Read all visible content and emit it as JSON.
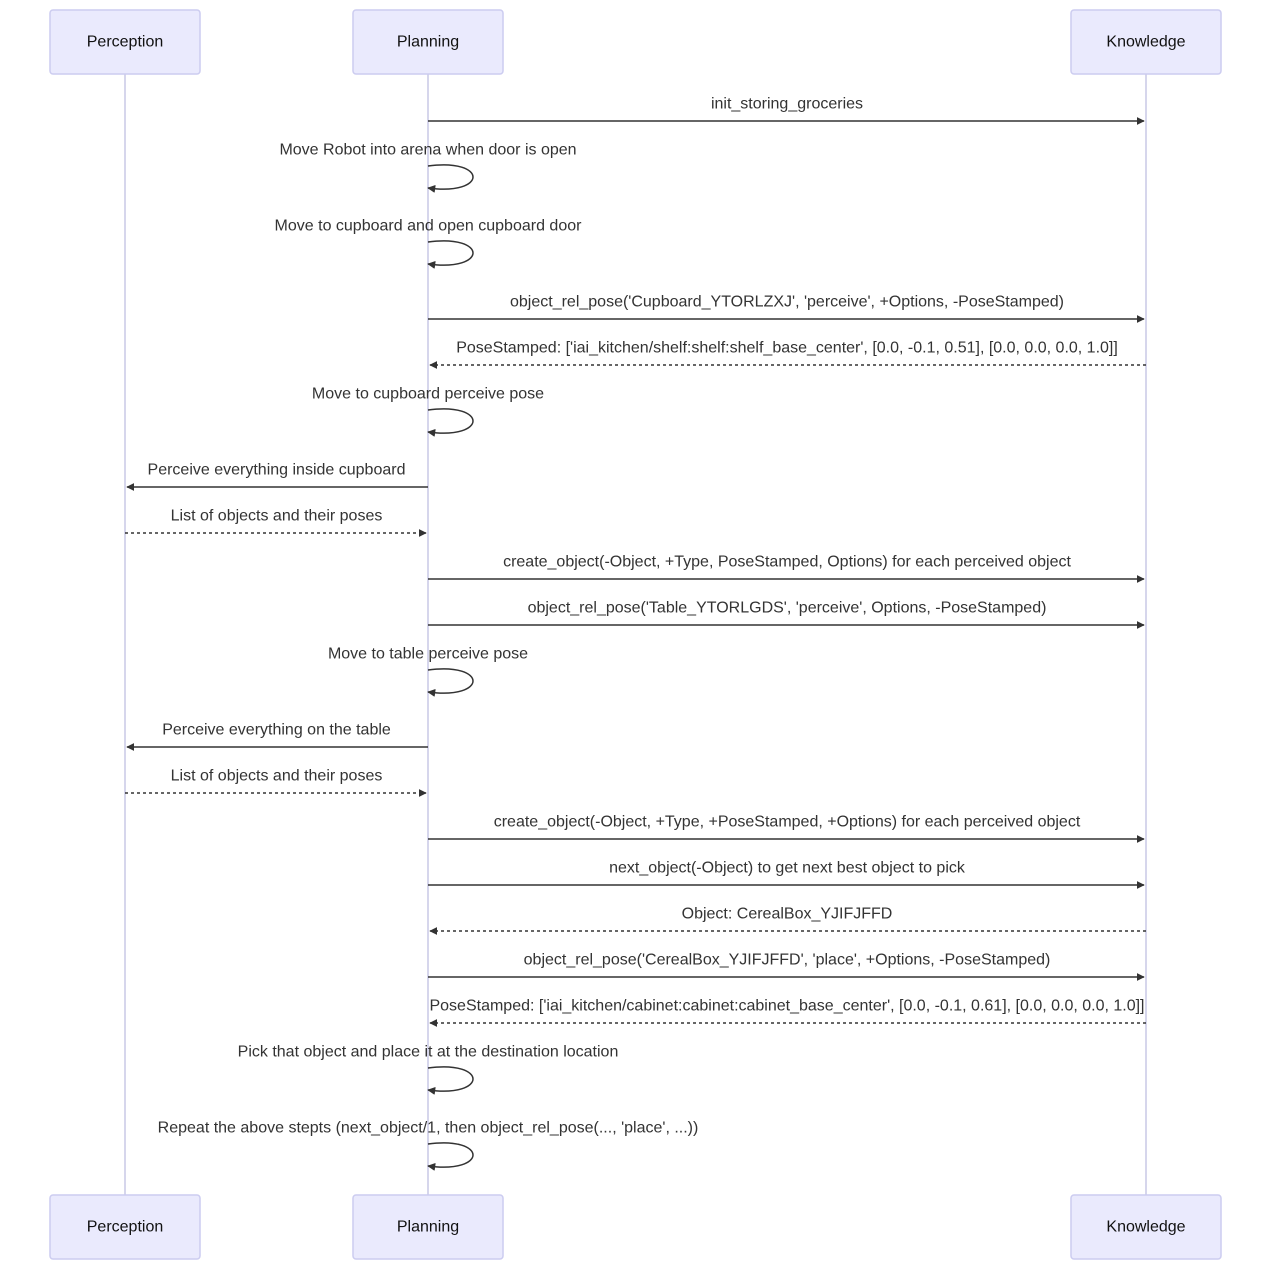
{
  "colors": {
    "actor_fill": "#eaeafd",
    "actor_border": "#ccccf0",
    "lifeline": "#c8c8e6",
    "message": "#333333"
  },
  "participants": [
    {
      "id": "perception",
      "label": "Perception"
    },
    {
      "id": "planning",
      "label": "Planning"
    },
    {
      "id": "knowledge",
      "label": "Knowledge"
    }
  ],
  "messages": [
    {
      "from": "planning",
      "to": "knowledge",
      "kind": "solid",
      "text": "init_storing_groceries"
    },
    {
      "from": "planning",
      "to": "planning",
      "kind": "self",
      "text": "Move Robot into arena when door is open"
    },
    {
      "from": "planning",
      "to": "planning",
      "kind": "self",
      "text": "Move to cupboard and open cupboard door"
    },
    {
      "from": "planning",
      "to": "knowledge",
      "kind": "solid",
      "text": "object_rel_pose('Cupboard_YTORLZXJ', 'perceive', +Options, -PoseStamped)"
    },
    {
      "from": "knowledge",
      "to": "planning",
      "kind": "dashed",
      "text": "PoseStamped: ['iai_kitchen/shelf:shelf:shelf_base_center', [0.0, -0.1, 0.51], [0.0, 0.0, 0.0, 1.0]]"
    },
    {
      "from": "planning",
      "to": "planning",
      "kind": "self",
      "text": "Move to cupboard perceive pose"
    },
    {
      "from": "planning",
      "to": "perception",
      "kind": "solid",
      "text": "Perceive everything inside cupboard"
    },
    {
      "from": "perception",
      "to": "planning",
      "kind": "dashed",
      "text": "List of objects and their poses"
    },
    {
      "from": "planning",
      "to": "knowledge",
      "kind": "solid",
      "text": "create_object(-Object, +Type, PoseStamped, Options) for each perceived object"
    },
    {
      "from": "planning",
      "to": "knowledge",
      "kind": "solid",
      "text": "object_rel_pose('Table_YTORLGDS', 'perceive', Options, -PoseStamped)"
    },
    {
      "from": "planning",
      "to": "planning",
      "kind": "self",
      "text": "Move to table perceive pose"
    },
    {
      "from": "planning",
      "to": "perception",
      "kind": "solid",
      "text": "Perceive everything on the table"
    },
    {
      "from": "perception",
      "to": "planning",
      "kind": "dashed",
      "text": "List of objects and their poses"
    },
    {
      "from": "planning",
      "to": "knowledge",
      "kind": "solid",
      "text": "create_object(-Object, +Type, +PoseStamped, +Options) for each perceived object"
    },
    {
      "from": "planning",
      "to": "knowledge",
      "kind": "solid",
      "text": "next_object(-Object) to get next best object to pick"
    },
    {
      "from": "knowledge",
      "to": "planning",
      "kind": "dashed",
      "text": "Object: CerealBox_YJIFJFFD"
    },
    {
      "from": "planning",
      "to": "knowledge",
      "kind": "solid",
      "text": "object_rel_pose('CerealBox_YJIFJFFD', 'place', +Options, -PoseStamped)"
    },
    {
      "from": "knowledge",
      "to": "planning",
      "kind": "dashed",
      "text": "PoseStamped: ['iai_kitchen/cabinet:cabinet:cabinet_base_center', [0.0, -0.1, 0.61], [0.0, 0.0, 0.0, 1.0]]"
    },
    {
      "from": "planning",
      "to": "planning",
      "kind": "self",
      "text": "Pick that object and place it at the destination location"
    },
    {
      "from": "planning",
      "to": "planning",
      "kind": "self",
      "text": "Repeat the above stepts (next_object/1, then object_rel_pose(..., 'place', ...))"
    }
  ]
}
